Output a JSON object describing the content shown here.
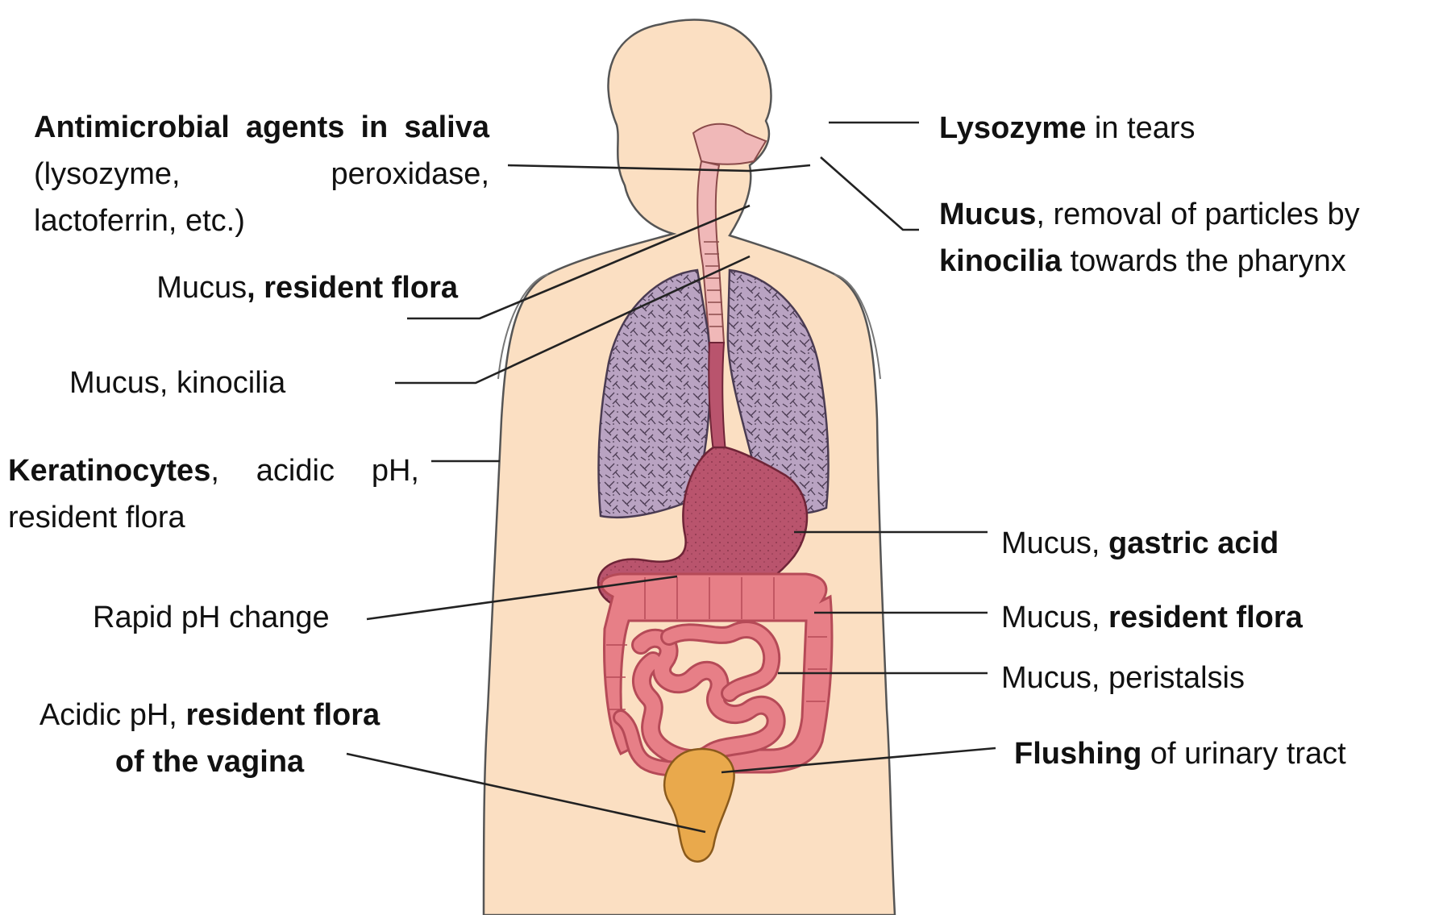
{
  "colors": {
    "skin": "#fbdfc2",
    "outline": "#444444",
    "lung": "#b9a3c2",
    "lung_dots": "#4a3b52",
    "stomach": "#b9546d",
    "intestine": "#e77f87",
    "intestine_dark": "#b54a57",
    "bladder": "#e9a94c",
    "airway": "#f0b8b8",
    "leader": "#222222"
  },
  "labels": {
    "saliva": {
      "bold1": "Antimicrobial agents in saliva",
      "rest1": " (lysozyme, peroxidase, lactoferrin, etc.)"
    },
    "resident_flora_upper": {
      "plain": "Mucus",
      "bold": ", resident flora"
    },
    "mucus_kinocilia": {
      "plain": "Mucus, kinocilia"
    },
    "skin": {
      "bold": "Keratinocytes",
      "rest": ", acidic pH, resident flora"
    },
    "rapid_ph": {
      "plain": "Rapid pH change"
    },
    "vagina": {
      "plain": "Acidic pH, ",
      "bold1": "resident flora",
      "bold2": "of the vagina"
    },
    "tears": {
      "bold": "Lysozyme",
      "rest": " in tears"
    },
    "nose": {
      "bold1": "Mucus",
      "rest1": ", removal of particles by",
      "bold2": "kinocilia",
      "rest2": " towards the pharynx"
    },
    "stomach": {
      "plain": "Mucus, ",
      "bold": "gastric acid"
    },
    "colon": {
      "plain": "Mucus, ",
      "bold": "resident flora"
    },
    "small_intestine": {
      "plain": "Mucus, peristalsis"
    },
    "urinary": {
      "bold": "Flushing",
      "rest": " of urinary tract"
    }
  }
}
